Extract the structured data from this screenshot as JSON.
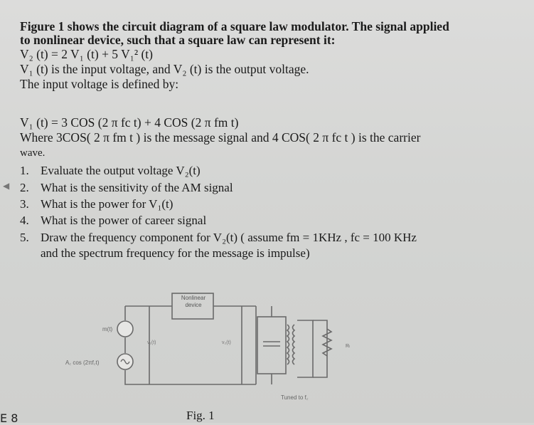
{
  "text": {
    "p1_l1": "Figure 1 shows the circuit diagram of a square law modulator. The signal applied",
    "p1_l2": "to nonlinear device, such that a square law can represent it:",
    "p1_l3": "V₂ (t) = 2 V₁ (t) + 5 V₁² (t)",
    "p1_l4": "V₁ (t) is the input voltage, and V₂ (t)   is the output voltage.",
    "p1_l5": "The input voltage is defined by:",
    "p2_l1": "V₁ (t) = 3 COS (2 π fc t) + 4 COS (2 π fm t)",
    "p2_l2": "Where  3COS( 2 π fm t ) is the message signal and 4 COS( 2 π fc t ) is the carrier",
    "p2_l3": "wave."
  },
  "questions": [
    {
      "num": "1.",
      "text": "Evaluate the output voltage V₂(t)"
    },
    {
      "num": "2.",
      "text": "What is the sensitivity of the AM signal"
    },
    {
      "num": "3.",
      "text": "What is the power for V₁(t)"
    },
    {
      "num": "4.",
      "text": "What is the power of career signal"
    },
    {
      "num": "5.",
      "text": "Draw the frequency component for V₂(t) ( assume  fm = 1KHz , fc =  100 KHz"
    },
    {
      "num": "",
      "text": "and the spectrum frequency for the message is impulse)"
    }
  ],
  "diagram": {
    "nonlinear_label_1": "Nonlinear",
    "nonlinear_label_2": "device",
    "source_top": "m(t)",
    "source_bottom": "A꜀ cos (2πf꜀t)",
    "v1_label": "v₁(t)",
    "v2_label": "v₂(t)",
    "r_label": "Rₗ",
    "tuned_label": "Tuned to f꜀"
  },
  "caption": "Fig. 1",
  "corner": "E 8",
  "marker": "◀"
}
